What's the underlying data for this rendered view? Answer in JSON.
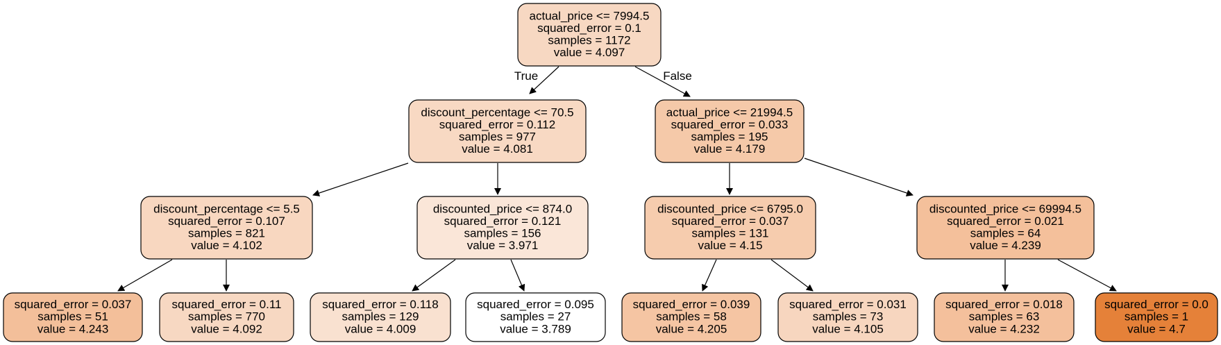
{
  "tree": {
    "edge_labels": {
      "true": "True",
      "false": "False"
    },
    "nodes": {
      "n0": {
        "lines": [
          "actual_price <= 7994.5",
          "squared_error = 0.1",
          "samples = 1172",
          "value = 4.097"
        ],
        "fill": "#f7d8c2"
      },
      "n1": {
        "lines": [
          "discount_percentage <= 70.5",
          "squared_error = 0.112",
          "samples = 977",
          "value = 4.081"
        ],
        "fill": "#f8d9c3"
      },
      "n2": {
        "lines": [
          "actual_price <= 21994.5",
          "squared_error = 0.033",
          "samples = 195",
          "value = 4.179"
        ],
        "fill": "#f5c9a9"
      },
      "n3": {
        "lines": [
          "discount_percentage <= 5.5",
          "squared_error = 0.107",
          "samples = 821",
          "value = 4.102"
        ],
        "fill": "#f8d7c0"
      },
      "n4": {
        "lines": [
          "discounted_price <= 874.0",
          "squared_error = 0.121",
          "samples = 156",
          "value = 3.971"
        ],
        "fill": "#fae6d8"
      },
      "n5": {
        "lines": [
          "discounted_price <= 6795.0",
          "squared_error = 0.037",
          "samples = 131",
          "value = 4.15"
        ],
        "fill": "#f6ccae"
      },
      "n6": {
        "lines": [
          "discounted_price <= 69994.5",
          "squared_error = 0.021",
          "samples = 64",
          "value = 4.239"
        ],
        "fill": "#f4c09b"
      },
      "n7": {
        "lines": [
          "squared_error = 0.037",
          "samples = 51",
          "value = 4.243"
        ],
        "fill": "#f3bf9a"
      },
      "n8": {
        "lines": [
          "squared_error = 0.11",
          "samples = 770",
          "value = 4.092"
        ],
        "fill": "#f7d8c2"
      },
      "n9": {
        "lines": [
          "squared_error = 0.118",
          "samples = 129",
          "value = 4.009"
        ],
        "fill": "#f9e1d0"
      },
      "n10": {
        "lines": [
          "squared_error = 0.095",
          "samples = 27",
          "value = 3.789"
        ],
        "fill": "#ffffff"
      },
      "n11": {
        "lines": [
          "squared_error = 0.039",
          "samples = 58",
          "value = 4.205"
        ],
        "fill": "#f5c5a3"
      },
      "n12": {
        "lines": [
          "squared_error = 0.031",
          "samples = 73",
          "value = 4.105"
        ],
        "fill": "#f7d6bf"
      },
      "n13": {
        "lines": [
          "squared_error = 0.018",
          "samples = 63",
          "value = 4.232"
        ],
        "fill": "#f4c09c"
      },
      "n14": {
        "lines": [
          "squared_error = 0.0",
          "samples = 1",
          "value = 4.7"
        ],
        "fill": "#e58139"
      }
    },
    "edges": [
      [
        "n0",
        "n1"
      ],
      [
        "n0",
        "n2"
      ],
      [
        "n1",
        "n3"
      ],
      [
        "n1",
        "n4"
      ],
      [
        "n2",
        "n5"
      ],
      [
        "n2",
        "n6"
      ],
      [
        "n3",
        "n7"
      ],
      [
        "n3",
        "n8"
      ],
      [
        "n4",
        "n9"
      ],
      [
        "n4",
        "n10"
      ],
      [
        "n5",
        "n11"
      ],
      [
        "n5",
        "n12"
      ],
      [
        "n6",
        "n13"
      ],
      [
        "n6",
        "n14"
      ]
    ]
  }
}
